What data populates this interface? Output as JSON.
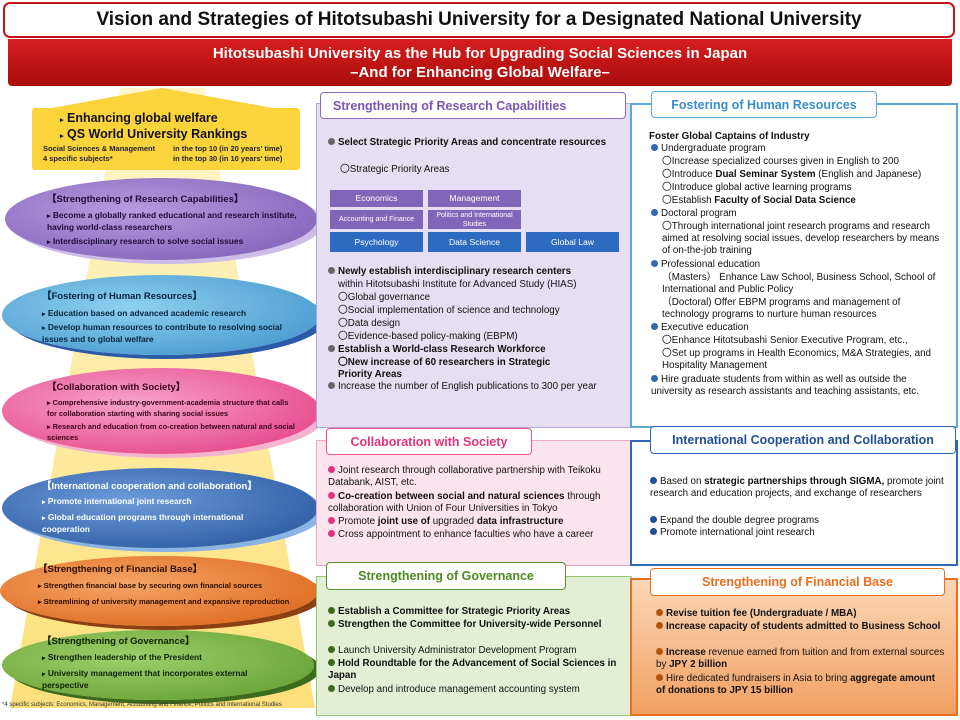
{
  "title": "Vision and Strategies of Hitotsubashi University for a Designated National University",
  "banner": {
    "line1": "Hitotsubashi University as the Hub for Upgrading Social Sciences in Japan",
    "line2": "–And for Enhancing Global Welfare–"
  },
  "goals": {
    "line1": "Enhancing global welfare",
    "line2": "QS World University  Rankings",
    "sub1_left": "Social  Sciences  &  Management",
    "sub1_right": "in the top 10 (in 20 years'  time)",
    "sub2_left": "4 specific subjects*",
    "sub2_right": "in the top 30 (in 10 years'  time)"
  },
  "ovals": {
    "research": {
      "title": "【Strengthening of Research Capabilities】",
      "items": [
        "Become a globally ranked educational and research institute, having world-class researchers",
        "Interdisciplinary research to solve social issues"
      ]
    },
    "human": {
      "title": "【Fostering of Human Resources】",
      "items": [
        "Education based on advanced academic research",
        "Develop human resources to contribute to resolving social issues and to global welfare"
      ]
    },
    "society": {
      "title": "【Collaboration with Society】",
      "items": [
        "Comprehensive industry-government-academia  structure that calls for collaboration starting with sharing social  issues",
        "Research  and education from co-creation between natural and social  sciences"
      ]
    },
    "international": {
      "title": "【International cooperation and collaboration】",
      "items": [
        "Promote international joint research",
        "Global education programs through international cooperation"
      ]
    },
    "financial": {
      "title": "【Strengthening of Financial Base】",
      "items": [
        "Strengthen financial base by securing own financial sources",
        "Streamlining of university management and expansive reproduction"
      ]
    },
    "governance": {
      "title": "【Strengthening of Governance】",
      "items": [
        "Strengthen leadership of the President",
        "University management that incorporates external perspective"
      ]
    }
  },
  "footnote": "*4 specific subjects: Economics, Management, Accounting and Finance, Politics and International Studies",
  "research_panel": {
    "title": "Strengthening of Research Capabilities",
    "item1_bold": "Select Strategic Priority Areas and  concentrate resources",
    "item1_sub": "〇Strategic Priority Areas",
    "areas": [
      "Economics",
      "Management",
      "Accounting  and  Finance",
      "Politics and International Studies",
      "Psychology",
      "Data Science",
      "Global Law"
    ],
    "item2_bold": "Newly establish interdisciplinary research centers",
    "item2_text": "within Hitotsubashi Institute  for Advanced Study (HIAS)",
    "item2_subs": [
      "〇Global governance",
      "〇Social implementation  of science and technology",
      "〇Data design",
      "〇Evidence-based policy-making (EBPM)"
    ],
    "item3_bold": "Establish a World-class Research Workforce",
    "item3_sub": "〇New increase of 60 researchers in Strategic Priority Areas",
    "item4": "Increase the number of English publications to 300 per year"
  },
  "human_panel": {
    "title": "Fostering of Human Resources",
    "heading": "Foster Global Captains of Industry",
    "undergrad": "Undergraduate program",
    "undergrad_items": [
      "〇Increase specialized courses given in English to 200",
      "〇Introduce ",
      "Dual Seminar System",
      " (English and Japanese)",
      "〇Introduce global active learning programs",
      "〇Establish ",
      "Faculty of Social Data Science"
    ],
    "doctoral": "Doctoral program",
    "doctoral_item": "〇Through international joint research programs and research aimed at resolving social issues, develop researchers by means of on-the-job training",
    "professional": "Professional education",
    "professional_items": [
      "（Masters）  Enhance Law School, Business School, School of International and Public Policy",
      "（Doctoral) Offer EBPM  programs and management  of technology programs to nurture human  resources"
    ],
    "executive": "Executive education",
    "executive_items": [
      "〇Enhance Hitotsubashi Senior Executive Program,  etc.,",
      "〇Set up programs in Health Economics, M&A Strategies, and Hospitality Management"
    ],
    "hire": "Hire graduate students from within as well as outside the university as research assistants and teaching assistants, etc."
  },
  "society_panel": {
    "title": "Collaboration with Society",
    "item1": "Joint research through collaborative partnership with Teikoku Databank,  AIST,  etc.",
    "item2_bold": "Co-creation between social and natural sciences",
    "item2_text": " through collaboration with Union of Four Universities in Tokyo",
    "item3_a": "Promote ",
    "item3_b": "joint use of",
    "item3_c": " upgraded ",
    "item3_d": "data infrastructure",
    "item4": "Cross appointment  to enhance faculties who have a career"
  },
  "intl_panel": {
    "title": "International Cooperation and Collaboration",
    "item1_a": "Based on ",
    "item1_b": "strategic partnerships through SIGMA,",
    "item1_c": " promote joint research and education projects, and exchange of researchers",
    "item2": "Expand the double degree programs",
    "item3": "Promote  international joint research"
  },
  "gov_panel": {
    "title": "Strengthening of Governance",
    "items": [
      "Establish a Committee for Strategic Priority Areas",
      "Strengthen the Committee for University-wide Personnel",
      "Launch University Administrator Development Program",
      "Hold Roundtable for the Advancement of Social Sciences in Japan",
      "Develop and introduce management  accounting system"
    ]
  },
  "fin_panel": {
    "title": "Strengthening of Financial Base",
    "item1": "Revise tuition fee (Undergraduate / MBA)",
    "item2": "Increase capacity of students admitted to Business School",
    "item3_bold": "Increase",
    "item3_text": " revenue earned from tuition and  from external sources by ",
    "item3_amount": "JPY 2 billion",
    "item4_text": "Hire dedicated fundraisers in Asia to bring ",
    "item4_bold": "aggregate amount of donations to JPY 15 billion"
  },
  "colors": {
    "title_border": "#c2151b",
    "banner": "#c5161b",
    "research": "#8c6cbf",
    "human": "#5ba8d6",
    "society": "#ee5290",
    "international": "#2f68b4",
    "financial": "#e8701c",
    "governance": "#5a8f2e",
    "gold": "#fbd43b"
  }
}
